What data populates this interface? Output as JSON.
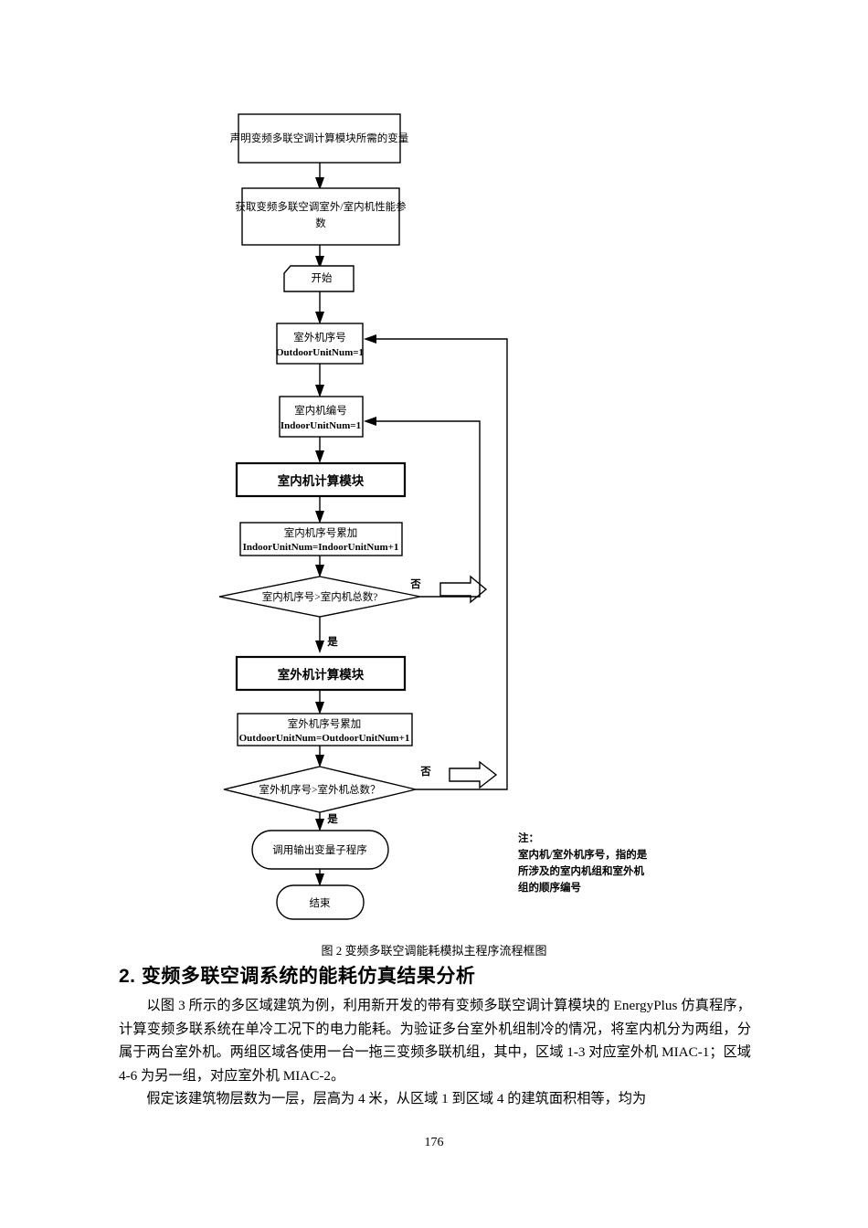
{
  "flowchart": {
    "nodes": {
      "declare_vars": "声明变频多联空调计算模块所需的变量",
      "get_params_line1": "获取变频多联空调室外/室内机性能参",
      "get_params_line2": "数",
      "start": "开始",
      "outdoor_init_cn": "室外机序号",
      "outdoor_init_en": "OutdoorUnitNum=1",
      "indoor_init_cn": "室内机编号",
      "indoor_init_en": "IndoorUnitNum=1",
      "indoor_module": "室内机计算模块",
      "indoor_incr_cn": "室内机序号累加",
      "indoor_incr_en": "IndoorUnitNum=IndoorUnitNum+1",
      "indoor_decision": "室内机序号>室内机总数?",
      "outdoor_module": "室外机计算模块",
      "outdoor_incr_cn": "室外机序号累加",
      "outdoor_incr_en": "OutdoorUnitNum=OutdoorUnitNum+1",
      "outdoor_decision": "室外机序号>室外机总数？",
      "call_sub": "调用输出变量子程序",
      "end": "结束"
    },
    "edge_labels": {
      "indoor_no": "否",
      "indoor_yes": "是",
      "outdoor_no": "否",
      "outdoor_yes": "是"
    },
    "note": {
      "title": "注：",
      "line1": "室内机/室外机序号，指的是",
      "line2": "所涉及的室内机组和室外机",
      "line3": "组的顺序编号"
    }
  },
  "figure_caption": "图 2  变频多联空调能耗模拟主程序流程框图",
  "section": {
    "title": "2.  变频多联空调系统的能耗仿真结果分析",
    "paragraphs": [
      "以图 3 所示的多区域建筑为例，利用新开发的带有变频多联空调计算模块的 EnergyPlus 仿真程序，计算变频多联系统在单冷工况下的电力能耗。为验证多台室外机组制冷的情况，将室内机分为两组，分属于两台室外机。两组区域各使用一台一拖三变频多联机组，其中，区域 1-3 对应室外机 MIAC-1；区域 4-6 为另一组，对应室外机 MIAC-2。",
      "假定该建筑物层数为一层，层高为 4 米，从区域 1 到区域 4 的建筑面积相等，均为"
    ]
  },
  "page_number": "176",
  "colors": {
    "ink": "#000000",
    "background": "#ffffff"
  }
}
